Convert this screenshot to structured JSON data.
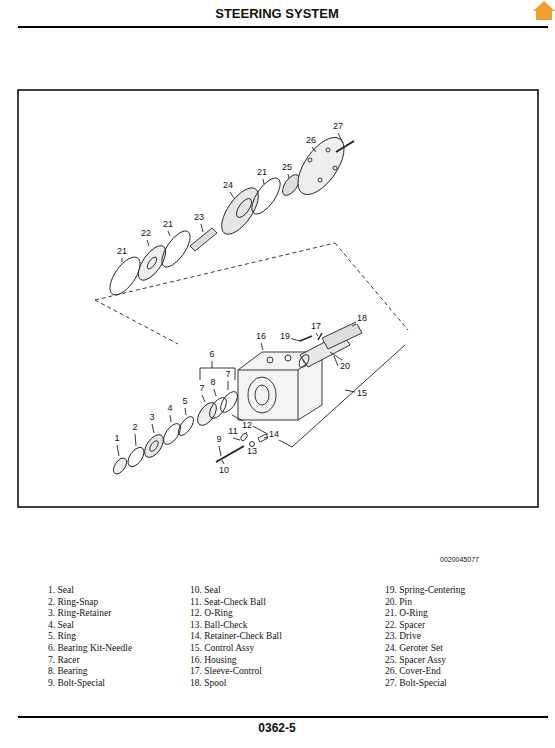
{
  "diagram": {
    "title": "STEERING SYSTEM",
    "labels": [
      "27",
      "26",
      "21",
      "25",
      "24",
      "23",
      "21",
      "22",
      "21",
      "18",
      "19",
      "17",
      "16",
      "6",
      "20",
      "7",
      "8",
      "7",
      "5",
      "4",
      "15",
      "3",
      "12",
      "2",
      "11",
      "14",
      "1",
      "9",
      "13",
      "10",
      "0020045077",
      "1. Seal",
      "2. Ring-Snap",
      "3. Ring-Retainer",
      "4. Seal",
      "5. Ring",
      "6. Bearing Kit-Needle",
      "7. Racer",
      "8. Bearing",
      "9. Bolt-Special",
      "10. Seal",
      "11. Seat-Check Ball",
      "12. O-Ring",
      "13. Ball-Check",
      "14. Retainer-Check Ball",
      "15. Control Assy",
      "16. Housing",
      "17. Sleeve-Control",
      "18. Spool",
      "19. Spring-Centering",
      "20. Pin",
      "21. O-Ring",
      "22. Spacer",
      "23. Drive",
      "24. Geroter Set",
      "25. Spacer Assy",
      "26. Cover-End",
      "27. Bolt-Special",
      "0362-5"
    ]
  }
}
